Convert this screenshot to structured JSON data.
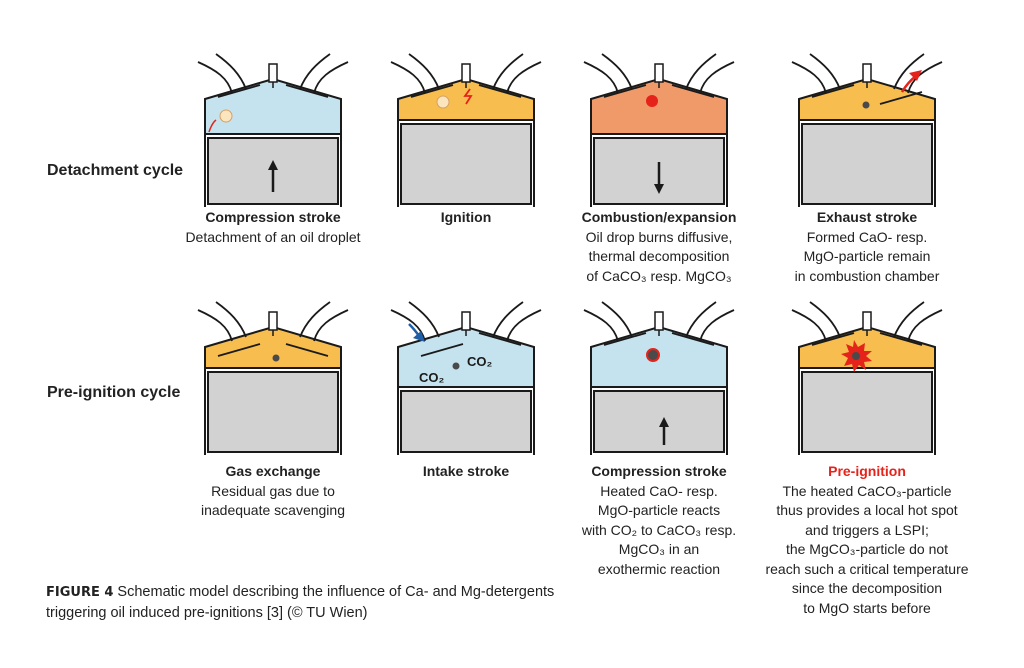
{
  "rows": [
    {
      "label": "Detachment cycle",
      "stages": [
        {
          "title": "Compression stroke",
          "lines": [
            "Detachment of an oil droplet"
          ]
        },
        {
          "title": "Ignition",
          "lines": []
        },
        {
          "title": "Combustion/expansion",
          "lines": [
            "Oil drop burns diffusive,",
            "thermal decomposition",
            "of CaCO₃ resp. MgCO₃"
          ]
        },
        {
          "title": "Exhaust stroke",
          "lines": [
            "Formed CaO- resp.",
            "MgO-particle remain",
            "in combustion chamber"
          ]
        }
      ]
    },
    {
      "label": "Pre-ignition cycle",
      "stages": [
        {
          "title": "Gas exchange",
          "lines": [
            "Residual gas due to",
            "inadequate scavenging"
          ]
        },
        {
          "title": "Intake stroke",
          "lines": []
        },
        {
          "title": "Compression stroke",
          "lines": [
            "Heated CaO- resp.",
            "MgO-particle reacts",
            "with CO₂ to CaCO₃ resp.",
            "MgCO₃ in an",
            "exothermic reaction"
          ]
        },
        {
          "title": "Pre-ignition",
          "lines": [
            "The heated CaCO₃-particle",
            "thus provides a local hot spot",
            "and triggers a LSPI;",
            "the MgCO₃-particle do not",
            "reach such a critical temperature",
            "since the decomposition",
            "to MgO starts before"
          ]
        }
      ]
    }
  ],
  "gas_labels": {
    "co2_a": "CO₂",
    "co2_b": "CO₂"
  },
  "figure_caption": {
    "label": "FIGURE 4",
    "text": " Schematic model describing the influence of Ca- and Mg-detergents triggering oil induced pre-ignitions [3] (© TU Wien)"
  },
  "colors": {
    "blue_chamber": "#c5e3ef",
    "orange_chamber": "#f7bd4e",
    "hot_chamber": "#f09a6a",
    "piston": "#d2d2d2",
    "outline": "#1a1a1a",
    "oil_droplet": "#fbe5bf",
    "burning_droplet": "#e5231b",
    "particle": "#4a4a4a",
    "arrow_red": "#e5231b",
    "arrow_blue": "#1e5fa8",
    "title_red": "#e5231b"
  },
  "chamber_fill": [
    "blue_chamber",
    "orange_chamber",
    "hot_chamber",
    "orange_chamber",
    "orange_chamber",
    "blue_chamber",
    "blue_chamber",
    "orange_chamber"
  ]
}
